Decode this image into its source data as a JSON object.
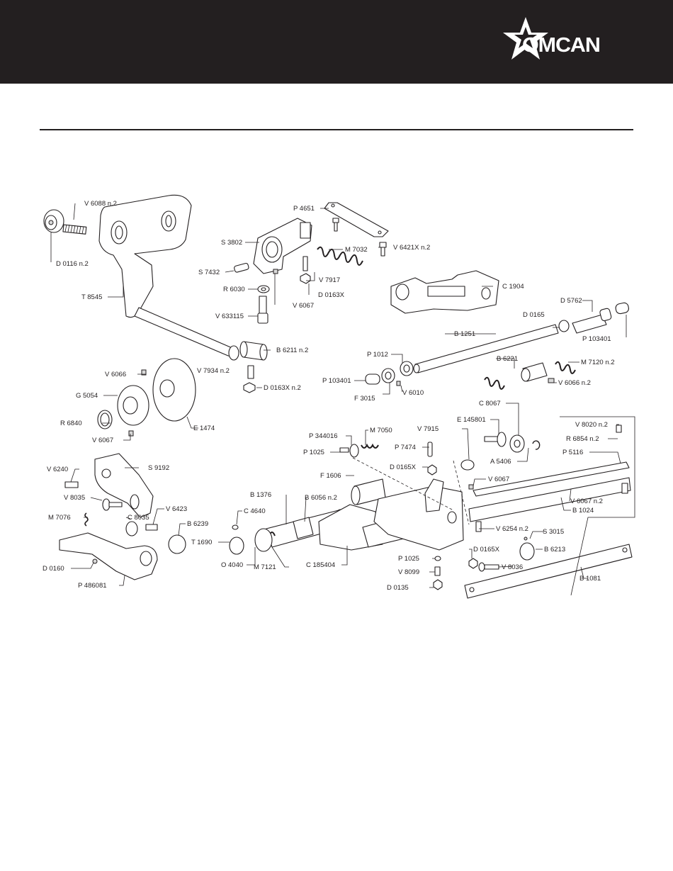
{
  "header": {
    "brand": "OMCAN",
    "background": "#231f20"
  },
  "labels": [
    {
      "id": "V6088",
      "text": "V 6088   n.2"
    },
    {
      "id": "D0116",
      "text": "D 0116  n.2"
    },
    {
      "id": "T8545",
      "text": "T 8545"
    },
    {
      "id": "P4651",
      "text": "P 4651"
    },
    {
      "id": "S3802",
      "text": "S 3802"
    },
    {
      "id": "M7032",
      "text": "M 7032"
    },
    {
      "id": "V6421X",
      "text": "V 6421X   n.2"
    },
    {
      "id": "S7432",
      "text": "S 7432"
    },
    {
      "id": "V7917",
      "text": "V 7917"
    },
    {
      "id": "R6030",
      "text": "R 6030"
    },
    {
      "id": "D0163X_a",
      "text": "D 0163X"
    },
    {
      "id": "V6067_a",
      "text": "V 6067"
    },
    {
      "id": "V633115",
      "text": "V 633115"
    },
    {
      "id": "C1904",
      "text": "C 1904"
    },
    {
      "id": "D5762",
      "text": "D 5762"
    },
    {
      "id": "D0165",
      "text": "D 0165"
    },
    {
      "id": "P103401_a",
      "text": "P 103401"
    },
    {
      "id": "B1251",
      "text": "B 1251"
    },
    {
      "id": "B6211",
      "text": "B 6211   n.2"
    },
    {
      "id": "P1012",
      "text": "P 1012"
    },
    {
      "id": "B6221",
      "text": "B 6221"
    },
    {
      "id": "M7120",
      "text": "M 7120   n.2"
    },
    {
      "id": "V6066_a",
      "text": "V 6066"
    },
    {
      "id": "V7934",
      "text": "V 7934   n.2"
    },
    {
      "id": "P103401_b",
      "text": "P 103401"
    },
    {
      "id": "V6010",
      "text": "V 6010"
    },
    {
      "id": "V6066_b",
      "text": "V 6066   n.2"
    },
    {
      "id": "D0163X_b",
      "text": "D 0163X   n.2"
    },
    {
      "id": "G5054",
      "text": "G 5054"
    },
    {
      "id": "F3015",
      "text": "F 3015"
    },
    {
      "id": "R6840",
      "text": "R 6840"
    },
    {
      "id": "E1474",
      "text": "E 1474"
    },
    {
      "id": "C8067",
      "text": "C 8067"
    },
    {
      "id": "V6067_b",
      "text": "V 6067"
    },
    {
      "id": "E145801",
      "text": "E 145801"
    },
    {
      "id": "V8020",
      "text": "V 8020   n.2"
    },
    {
      "id": "V7915",
      "text": "V 7915"
    },
    {
      "id": "R6854",
      "text": "R 6854   n.2"
    },
    {
      "id": "P344016",
      "text": "P 344016"
    },
    {
      "id": "M7050",
      "text": "M 7050"
    },
    {
      "id": "P5116",
      "text": "P 5116"
    },
    {
      "id": "P7474",
      "text": "P 7474"
    },
    {
      "id": "P1025_a",
      "text": "P 1025"
    },
    {
      "id": "A5406",
      "text": "A 5406"
    },
    {
      "id": "D0165X_a",
      "text": "D 0165X"
    },
    {
      "id": "V6240",
      "text": "V 6240"
    },
    {
      "id": "S9192",
      "text": "S 9192"
    },
    {
      "id": "F1606",
      "text": "F 1606"
    },
    {
      "id": "V6067_c",
      "text": "V 6067"
    },
    {
      "id": "V8035",
      "text": "V 8035"
    },
    {
      "id": "B1376",
      "text": "B 1376"
    },
    {
      "id": "B6056",
      "text": "B 6056   n.2"
    },
    {
      "id": "V6067_d",
      "text": "V 6067   n.2"
    },
    {
      "id": "B1024",
      "text": "B 1024"
    },
    {
      "id": "M7076",
      "text": "M 7076"
    },
    {
      "id": "C4640",
      "text": "C 4640"
    },
    {
      "id": "C8035",
      "text": "C 8035"
    },
    {
      "id": "V6423",
      "text": "V 6423"
    },
    {
      "id": "B6239",
      "text": "B 6239"
    },
    {
      "id": "V6254",
      "text": "V 6254   n.2"
    },
    {
      "id": "S3015",
      "text": "S 3015"
    },
    {
      "id": "T1690",
      "text": "T 1690"
    },
    {
      "id": "D0165X_b",
      "text": "D 0165X"
    },
    {
      "id": "B6213",
      "text": "B 6213"
    },
    {
      "id": "D0160",
      "text": "D 0160"
    },
    {
      "id": "O4040",
      "text": "O 4040"
    },
    {
      "id": "M7121",
      "text": "M 7121"
    },
    {
      "id": "C185404",
      "text": "C 185404"
    },
    {
      "id": "P1025_b",
      "text": "P 1025"
    },
    {
      "id": "V8036",
      "text": "V 8036"
    },
    {
      "id": "V8099",
      "text": "V 8099"
    },
    {
      "id": "P486081",
      "text": "P 486081"
    },
    {
      "id": "B1081",
      "text": "B 1081"
    },
    {
      "id": "D0135",
      "text": "D 0135"
    }
  ]
}
